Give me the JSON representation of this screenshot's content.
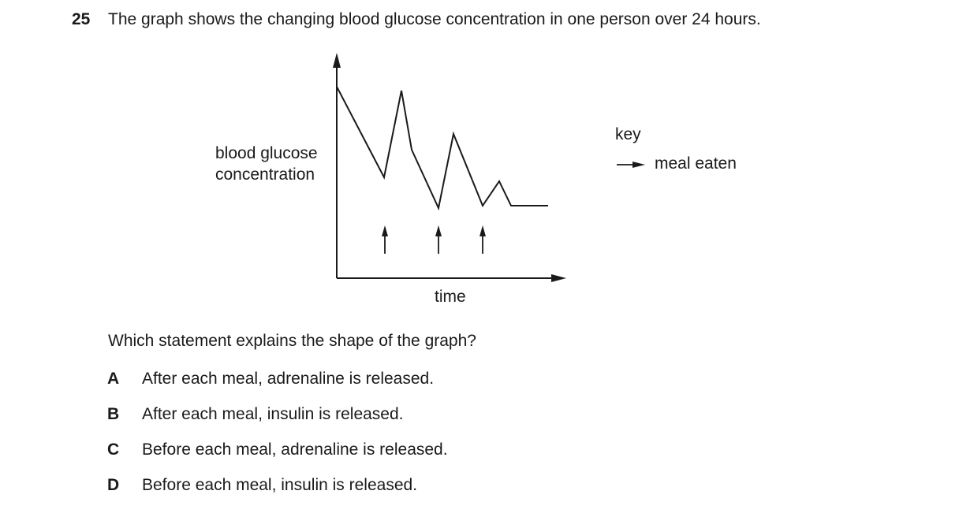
{
  "question": {
    "number": "25",
    "text": "The graph shows the changing blood glucose concentration in one person over 24 hours."
  },
  "graph": {
    "ylabel_line1": "blood glucose",
    "ylabel_line2": "concentration",
    "xlabel": "time",
    "key_title": "key",
    "key_label": "meal eaten"
  },
  "prompt": "Which statement explains the shape of the graph?",
  "options": [
    {
      "letter": "A",
      "text": "After each meal, adrenaline is released."
    },
    {
      "letter": "B",
      "text": "After each meal, insulin is released."
    },
    {
      "letter": "C",
      "text": "Before each meal, adrenaline is released."
    },
    {
      "letter": "D",
      "text": "Before each meal, insulin is released."
    }
  ]
}
